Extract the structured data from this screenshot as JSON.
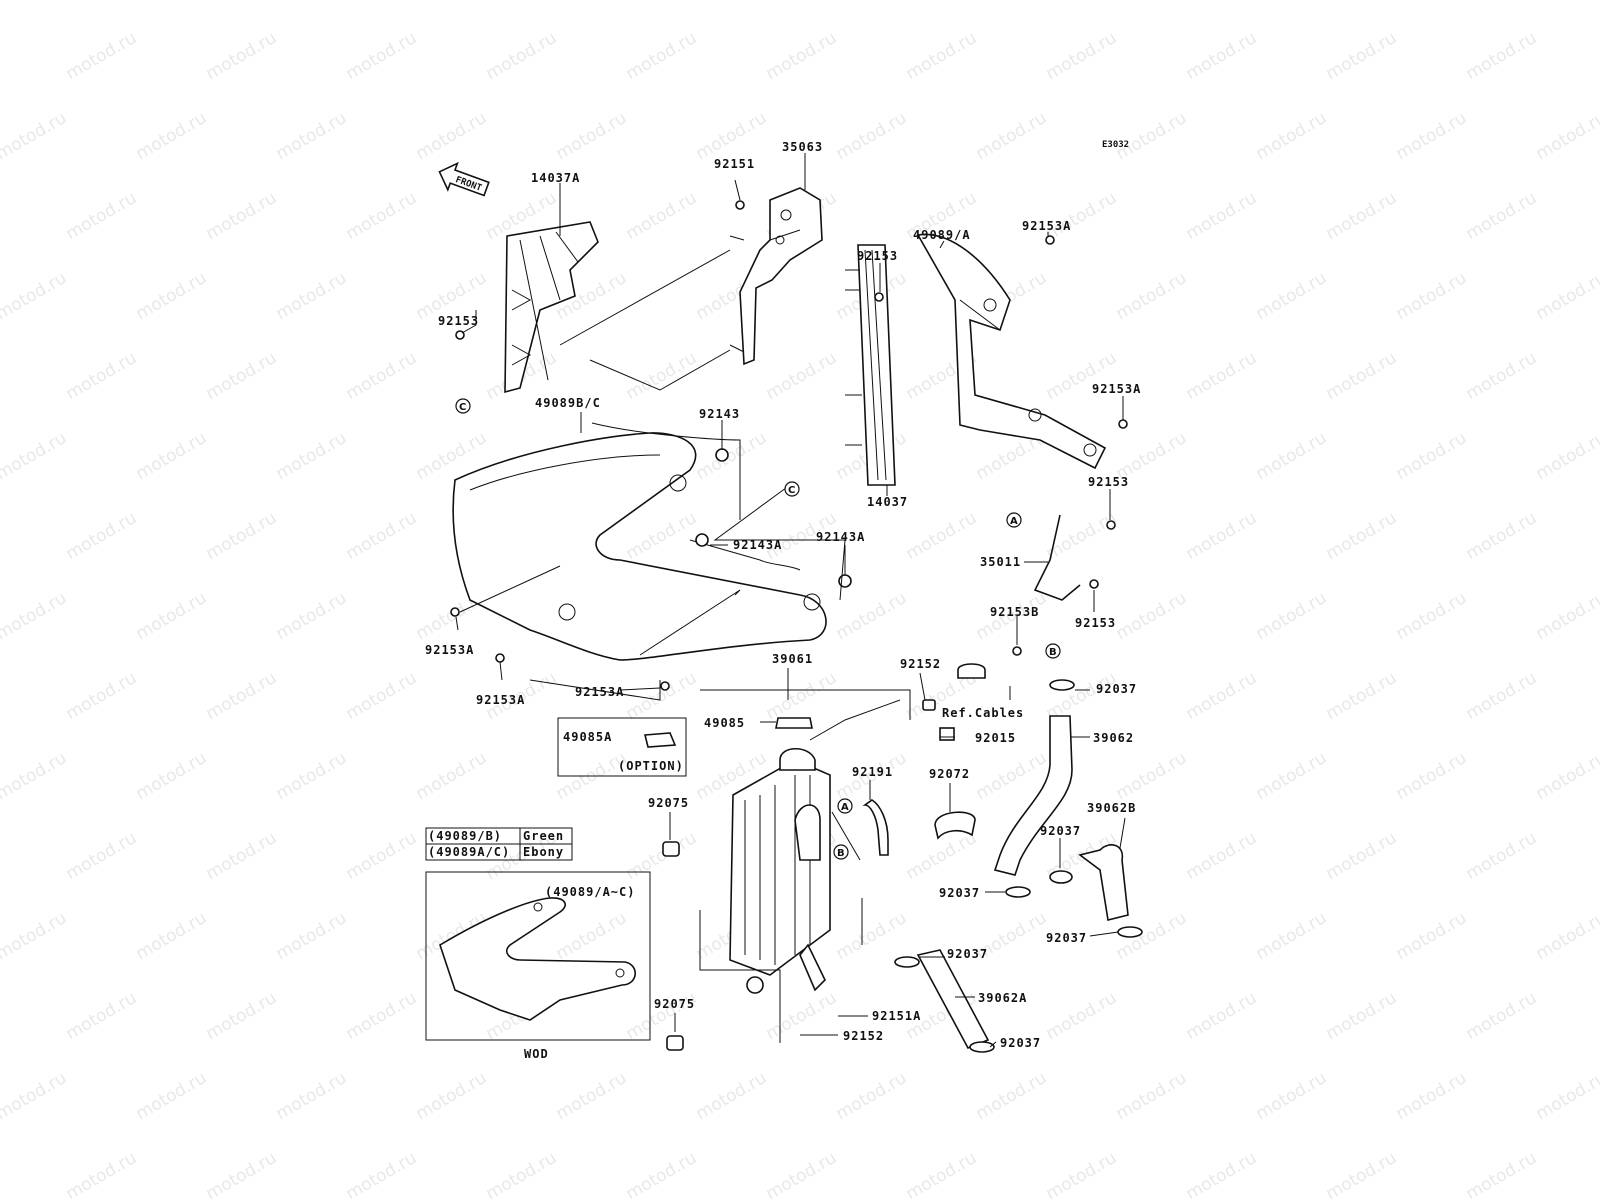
{
  "diagram_id": "E3032",
  "front_arrow": "FRONT",
  "watermark": "motod.ru",
  "labels": {
    "p14037A": "14037A",
    "p92151": "92151",
    "p35063": "35063",
    "p49089_A": "49089/A",
    "p92153A_top": "92153A",
    "p92153_top": "92153",
    "p92153_left": "92153",
    "p92153A_right": "92153A",
    "p49089B_C": "49089B/C",
    "p92143": "92143",
    "p14037": "14037",
    "p92153_right1": "92153",
    "p92143A_1": "92143A",
    "p92143A_2": "92143A",
    "p35011": "35011",
    "p92153_right2": "92153",
    "p92153A_l1": "92153A",
    "p92153B": "92153B",
    "p92153A_l2": "92153A",
    "p39061": "39061",
    "p92152_top": "92152",
    "p92153A_l3": "92153A",
    "p92037_1": "92037",
    "ref_cables": "Ref.Cables",
    "p49085": "49085",
    "p92015": "92015",
    "p39062": "39062",
    "p49085A": "49085A",
    "option": "(OPTION)",
    "p92191": "92191",
    "p92072": "92072",
    "p92075_top": "92075",
    "p39062B": "39062B",
    "p92037_2": "92037",
    "p92037_3": "92037",
    "p92037_4": "92037",
    "p92037_5": "92037",
    "p92075_bot": "92075",
    "p92151A": "92151A",
    "p39062A": "39062A",
    "p92152_bot": "92152",
    "p92037_6": "92037",
    "inset_title": "(49089/A~C)",
    "wod": "WOD"
  },
  "color_table": [
    {
      "code": "(49089/B)",
      "color": "Green"
    },
    {
      "code": "(49089A/C)",
      "color": "Ebony"
    }
  ],
  "callouts": {
    "a": "A",
    "b": "B",
    "c": "C"
  }
}
